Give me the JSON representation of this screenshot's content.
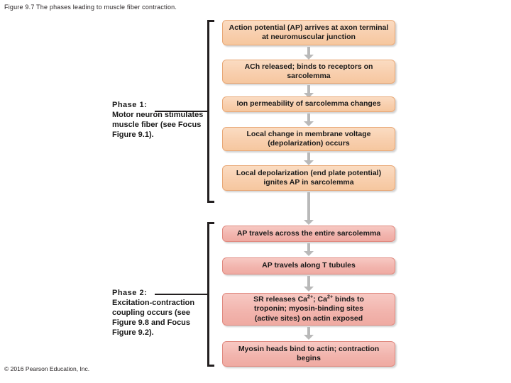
{
  "figure": {
    "title": "Figure 9.7 The phases leading to muscle fiber contraction.",
    "copyright": "© 2016 Pearson Education, Inc."
  },
  "colors": {
    "peach_fill": "#f8cfae",
    "peach_border": "#e8a877",
    "pink_fill": "#f2b5ae",
    "pink_border": "#e08a80",
    "arrow": "#b9b9b9",
    "bracket": "#231f20",
    "text": "#1a1a1a"
  },
  "phases": [
    {
      "name": "Phase 1:",
      "description": "Motor neuron stimulates muscle fiber (see Focus Figure 9.1)."
    },
    {
      "name": "Phase 2:",
      "description": "Excitation-contraction coupling occurs (see Figure 9.8 and Focus Figure 9.2)."
    }
  ],
  "steps": [
    {
      "id": "step-1",
      "phase": 1,
      "color": "peach",
      "text": "Action potential (AP) arrives at axon terminal at neuromuscular junction"
    },
    {
      "id": "step-2",
      "phase": 1,
      "color": "peach",
      "text": "ACh released; binds to receptors on sarcolemma"
    },
    {
      "id": "step-3",
      "phase": 1,
      "color": "peach",
      "text": "Ion permeability of sarcolemma changes"
    },
    {
      "id": "step-4",
      "phase": 1,
      "color": "peach",
      "text": "Local change in membrane voltage (depolarization) occurs"
    },
    {
      "id": "step-5",
      "phase": 1,
      "color": "peach",
      "text": "Local depolarization (end plate potential) ignites AP in sarcolemma"
    },
    {
      "id": "step-6",
      "phase": 2,
      "color": "pink",
      "text": "AP travels across the entire sarcolemma"
    },
    {
      "id": "step-7",
      "phase": 2,
      "color": "pink",
      "text": "AP travels along T tubules"
    },
    {
      "id": "step-8",
      "phase": 2,
      "color": "pink",
      "text": "SR releases Ca2+; Ca2+ binds to troponin; myosin-binding sites (active sites) on actin exposed",
      "html": "SR releases Ca<sup>2+</sup>; Ca<sup>2+</sup> binds to<br>troponin; myosin-binding sites<br>(active sites) on actin exposed"
    },
    {
      "id": "step-9",
      "phase": 2,
      "color": "pink",
      "text": "Myosin heads bind to actin; contraction begins"
    }
  ]
}
